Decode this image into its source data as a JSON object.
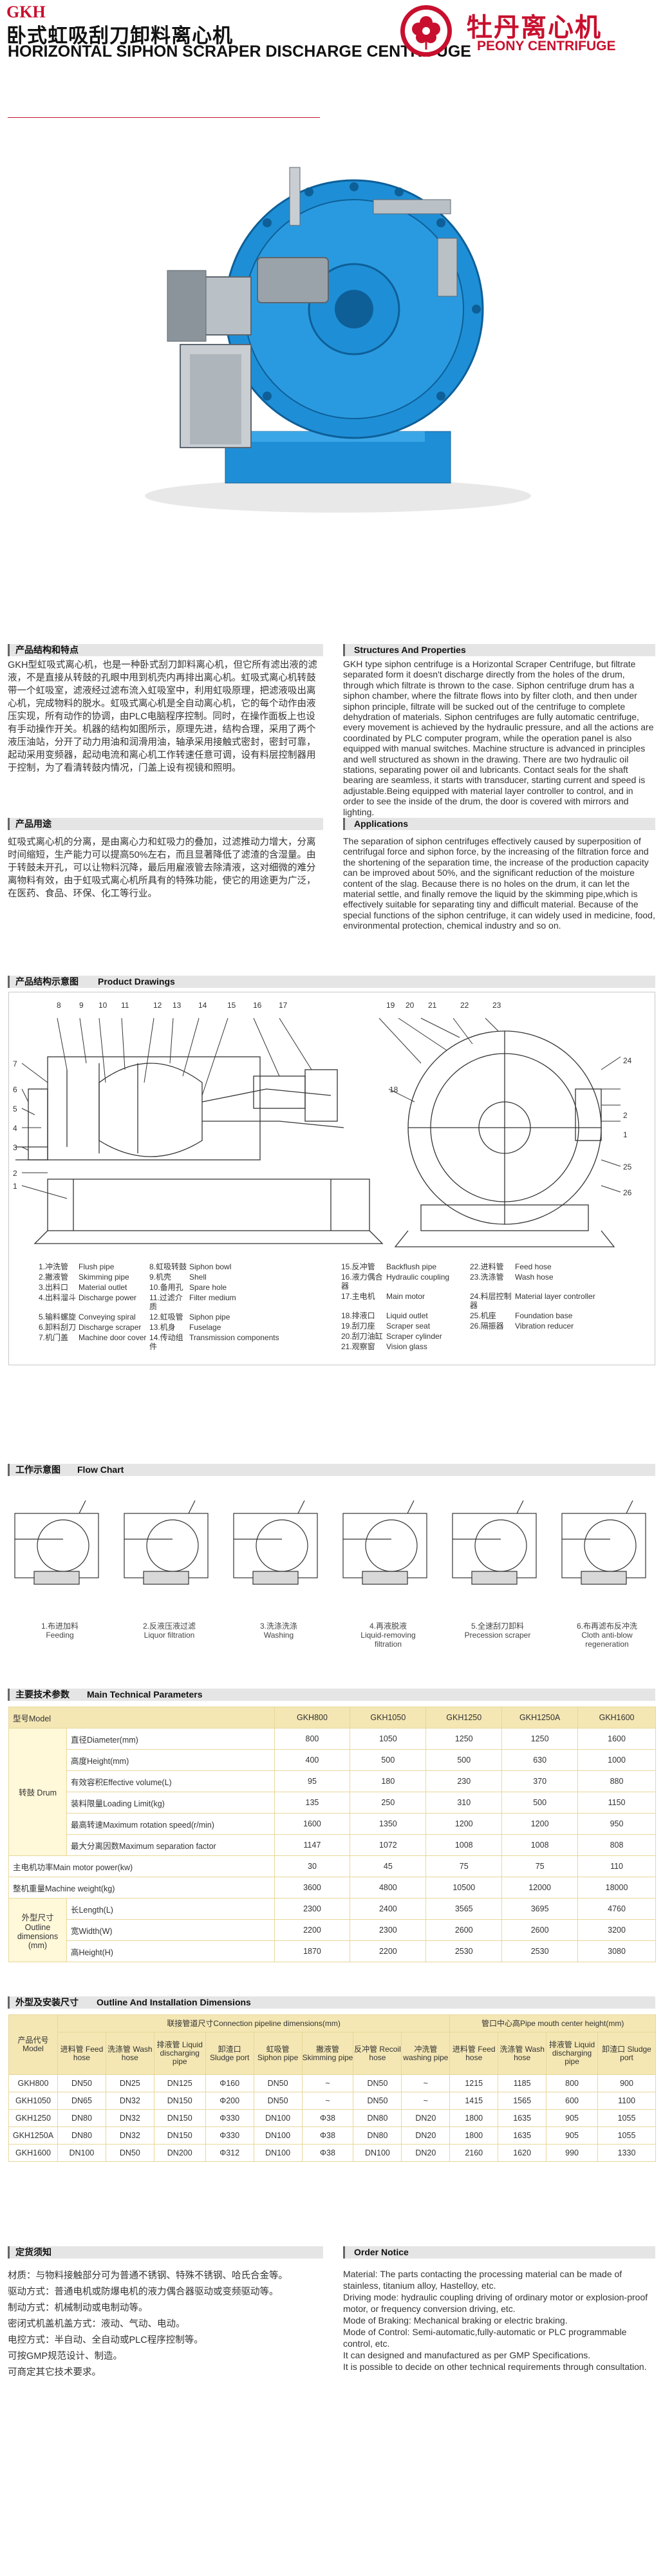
{
  "header": {
    "model": "GKH",
    "title_cn": "卧式虹吸刮刀卸料离心机",
    "title_en": "HORIZONTAL SIPHON SCRAPER DISCHARGE CENTRIFUGE",
    "brand_cn": "牡丹离心机",
    "brand_en": "PEONY CENTRIFUGE",
    "brand_color": "#c8102e",
    "machine_color": "#1e8fd6"
  },
  "structure": {
    "heading_cn": "产品结构和特点",
    "heading_en": "Structures And Properties",
    "body_cn": "GKH型虹吸式离心机，也是一种卧式刮刀卸料离心机，但它所有滤出液的滤液，不是直接从转鼓的孔眼中甩到机壳内再排出离心机。虹吸式离心机转鼓带一个虹吸室，滤液经过滤布流入虹吸室中，利用虹吸原理，把滤液吸出离心机，完成物料的脱水。虹吸式离心机是全自动离心机，它的每个动作由液压实现，所有动作的协调，由PLC电脑程序控制。同时，在操作面板上也设有手动操作开关。机器的结构如图所示，原理先进，结构合理，采用了两个液压油站，分开了动力用油和润滑用油，轴承采用接触式密封，密封可靠，起动采用变频器，起动电流和离心机工作转速任意可调，设有料层控制器用于控制，为了看清转鼓内情况，门盖上设有视镜和照明。",
    "body_en": "GKH type siphon centrifuge is a Horizontal Scraper Centrifuge, but filtrate separated form it doesn't discharge directly from the holes of the drum, through which filtrate is thrown to the case. Siphon centrifuge drum has a siphon chamber, where the filtrate flows into by filter cloth, and then under siphon principle, filtrate will be sucked out of the centrifuge to complete dehydration of materials. Siphon centrifuges are fully automatic centrifuge, every movement is achieved by the hydraulic pressure, and all the actions are coordinated by PLC computer program, while the operation panel is also equipped with manual switches. Machine structure is advanced in principles and well structured as shown in the drawing. There are two hydraulic oil stations, separating power oil and lubricants. Contact seals for the shaft bearing are seamless, it starts with transducer, starting current and speed is adjustable.Being equipped with material layer controller to control, and in order to see the inside of the drum, the door is covered with mirrors and lighting."
  },
  "applications": {
    "heading_cn": "产品用途",
    "heading_en": "Applications",
    "body_cn": "虹吸式离心机的分离，是由离心力和虹吸力的叠加，过滤推动力增大，分离时间缩短，生产能力可以提高50%左右，而且显著降低了滤渣的含湿量。由于转鼓未开孔，可以让物料沉降，最后用雇液管去除清液，这对细微的难分离物料有效，由于虹吸式离心机所具有的特殊功能，使它的用途更为广泛，在医药、食品、环保、化工等行业。",
    "body_en": "The separation of siphon centrifuges effectively caused by superposition of centrifugal force and siphon force, by the increasing of the filtration force and the shortening of the separation time, the increase of the production capacity can be improved about 50%, and the significant reduction of the moisture content of the slag. Because there is no holes on the drum, it can let the material settle, and finally remove the liquid by the skimming pipe,which is effectively suitable for separating tiny and difficult material. Because of the special functions of the siphon centrifuge, it can widely used in medicine, food, environmental protection, chemical industry and so on."
  },
  "drawings": {
    "heading_cn": "产品结构示意图",
    "heading_en": "Product Drawings",
    "left_callouts": [
      "8",
      "9",
      "10",
      "11",
      "12",
      "13",
      "14",
      "15",
      "16",
      "17",
      "7",
      "6",
      "5",
      "4",
      "3",
      "2",
      "1"
    ],
    "right_callouts": [
      "19",
      "20",
      "21",
      "22",
      "23",
      "24",
      "18",
      "2",
      "1",
      "25",
      "26"
    ],
    "parts_left": [
      [
        "1.冲洗管",
        "Flush pipe",
        "8.虹吸转鼓",
        "Siphon bowl"
      ],
      [
        "2.撇液管",
        "Skimming pipe",
        "9.机壳",
        "Shell"
      ],
      [
        "3.出料口",
        "Material outlet",
        "10.备用孔",
        "Spare hole"
      ],
      [
        "4.出料溜斗",
        "Discharge power",
        "11.过滤介质",
        "Filter medium"
      ],
      [
        "5.输料螺旋",
        "Conveying spiral",
        "12.虹吸管",
        "Siphon pipe"
      ],
      [
        "6.卸料刮刀",
        "Discharge scraper",
        "13.机身",
        "Fuselage"
      ],
      [
        "7.机门盖",
        "Machine door cover",
        "14.传动组件",
        "Transmission components"
      ]
    ],
    "parts_right": [
      [
        "15.反冲管",
        "Backflush pipe",
        "22.进料管",
        "Feed hose"
      ],
      [
        "16.液力偶合器",
        "Hydraulic coupling",
        "23.洗涤管",
        "Wash hose"
      ],
      [
        "17.主电机",
        "Main motor",
        "24.料层控制器",
        "Material layer controller"
      ],
      [
        "18.排液口",
        "Liquid outlet",
        "25.机座",
        "Foundation base"
      ],
      [
        "19.刮刀座",
        "Scraper seat",
        "26.隔振器",
        "Vibration reducer"
      ],
      [
        "20.刮刀油缸",
        "Scraper cylinder",
        "",
        ""
      ],
      [
        "21.观察窗",
        "Vision glass",
        "",
        ""
      ]
    ]
  },
  "flow": {
    "heading_cn": "工作示意图",
    "heading_en": "Flow Chart",
    "steps": [
      {
        "n": "1.",
        "cn": "布进加料",
        "en": "Feeding"
      },
      {
        "n": "2.",
        "cn": "反液压液过滤",
        "en": "Liquor filtration"
      },
      {
        "n": "3.",
        "cn": "洗涤洗涤",
        "en": "Washing"
      },
      {
        "n": "4.",
        "cn": "再液脱液",
        "en": "Liquid-removing filtration"
      },
      {
        "n": "5.",
        "cn": "全速刮刀卸料",
        "en": "Precession scraper"
      },
      {
        "n": "6.",
        "cn": "布再滤布反冲洗",
        "en": "Cloth anti-blow regeneration"
      }
    ]
  },
  "specs": {
    "heading_cn": "主要技术参数",
    "heading_en": "Main Technical Parameters",
    "model_label": "型号Model",
    "models": [
      "GKH800",
      "GKH1050",
      "GKH1250",
      "GKH1250A",
      "GKH1600"
    ],
    "drum_group": "转鼓 Drum",
    "drum_rows": [
      {
        "label": "直径Diameter(mm)",
        "values": [
          "800",
          "1050",
          "1250",
          "1250",
          "1600"
        ]
      },
      {
        "label": "高度Height(mm)",
        "values": [
          "400",
          "500",
          "500",
          "630",
          "1000"
        ]
      },
      {
        "label": "有效容积Effective volume(L)",
        "values": [
          "95",
          "180",
          "230",
          "370",
          "880"
        ]
      },
      {
        "label": "装料限量Loading Limit(kg)",
        "values": [
          "135",
          "250",
          "310",
          "500",
          "1150"
        ]
      },
      {
        "label": "最高转速Maximum rotation speed(r/min)",
        "values": [
          "1600",
          "1350",
          "1200",
          "1200",
          "950"
        ]
      },
      {
        "label": "最大分离因数Maximum separation factor",
        "values": [
          "1147",
          "1072",
          "1008",
          "1008",
          "808"
        ]
      }
    ],
    "motor": {
      "label": "主电机功率Main motor power(kw)",
      "values": [
        "30",
        "45",
        "75",
        "75",
        "110"
      ]
    },
    "weight": {
      "label": "整机重量Machine weight(kg)",
      "values": [
        "3600",
        "4800",
        "10500",
        "12000",
        "18000"
      ]
    },
    "outline_group": "外型尺寸 Outline dimensions (mm)",
    "outline_rows": [
      {
        "label": "长Length(L)",
        "values": [
          "2300",
          "2400",
          "3565",
          "3695",
          "4760"
        ]
      },
      {
        "label": "宽Width(W)",
        "values": [
          "2200",
          "2300",
          "2600",
          "2600",
          "3200"
        ]
      },
      {
        "label": "高Height(H)",
        "values": [
          "1870",
          "2200",
          "2530",
          "2530",
          "3080"
        ]
      }
    ]
  },
  "install": {
    "heading_cn": "外型及安装尺寸",
    "heading_en": "Outline And Installation Dimensions",
    "group_conn": "联接管道尺寸Connection pipeline dimensions(mm)",
    "group_pipe": "管口中心高Pipe mouth center height(mm)",
    "cols": [
      "产品代号 Model",
      "进料管 Feed hose",
      "洗涤管 Wash hose",
      "排液管 Liquid discharging pipe",
      "卸渣口 Sludge port",
      "虹吸管 Siphon pipe",
      "撇液管 Skimming pipe",
      "反冲管 Recoil hose",
      "冲洗管 washing pipe",
      "进料管 Feed hose",
      "洗涤管 Wash hose",
      "排液管 Liquid discharging pipe",
      "卸渣口 Sludge port"
    ],
    "rows": [
      [
        "GKH800",
        "DN50",
        "DN25",
        "DN125",
        "Φ160",
        "DN50",
        "~",
        "DN50",
        "~",
        "1215",
        "1185",
        "800",
        "900"
      ],
      [
        "GKH1050",
        "DN65",
        "DN32",
        "DN150",
        "Φ200",
        "DN50",
        "~",
        "DN50",
        "~",
        "1415",
        "1565",
        "600",
        "1100"
      ],
      [
        "GKH1250",
        "DN80",
        "DN32",
        "DN150",
        "Φ330",
        "DN100",
        "Φ38",
        "DN80",
        "DN20",
        "1800",
        "1635",
        "905",
        "1055"
      ],
      [
        "GKH1250A",
        "DN80",
        "DN32",
        "DN150",
        "Φ330",
        "DN100",
        "Φ38",
        "DN80",
        "DN20",
        "1800",
        "1635",
        "905",
        "1055"
      ],
      [
        "GKH1600",
        "DN100",
        "DN50",
        "DN200",
        "Φ312",
        "DN100",
        "Φ38",
        "DN100",
        "DN20",
        "2160",
        "1620",
        "990",
        "1330"
      ]
    ]
  },
  "order": {
    "heading_cn": "定货须知",
    "heading_en": "Order Notice",
    "lines_cn": [
      "材质：与物料接触部分可为普通不锈钢、特殊不锈钢、哈氏合金等。",
      "驱动方式：普通电机或防爆电机的液力偶合器驱动或变频驱动等。",
      "制动方式：机械制动或电制动等。",
      "密闭式机盖机盖方式：液动、气动、电动。",
      "电控方式：半自动、全自动或PLC程序控制等。",
      "可按GMP规范设计、制造。",
      "可商定其它技术要求。"
    ],
    "lines_en": [
      "Material: The parts contacting the processing material can be made of stainless, titanium alloy, Hastelloy, etc.",
      "Driving mode: hydraulic coupling driving of ordinary motor or explosion-proof motor, or frequency conversion driving, etc.",
      "Mode of Braking: Mechanical braking or electric braking.",
      "Mode of Control: Semi-automatic,fully-automatic or PLC programmable control, etc.",
      "It can designed and manufactured as per GMP Specifications.",
      "It is possible to decide on other technical requirements through consultation."
    ]
  }
}
